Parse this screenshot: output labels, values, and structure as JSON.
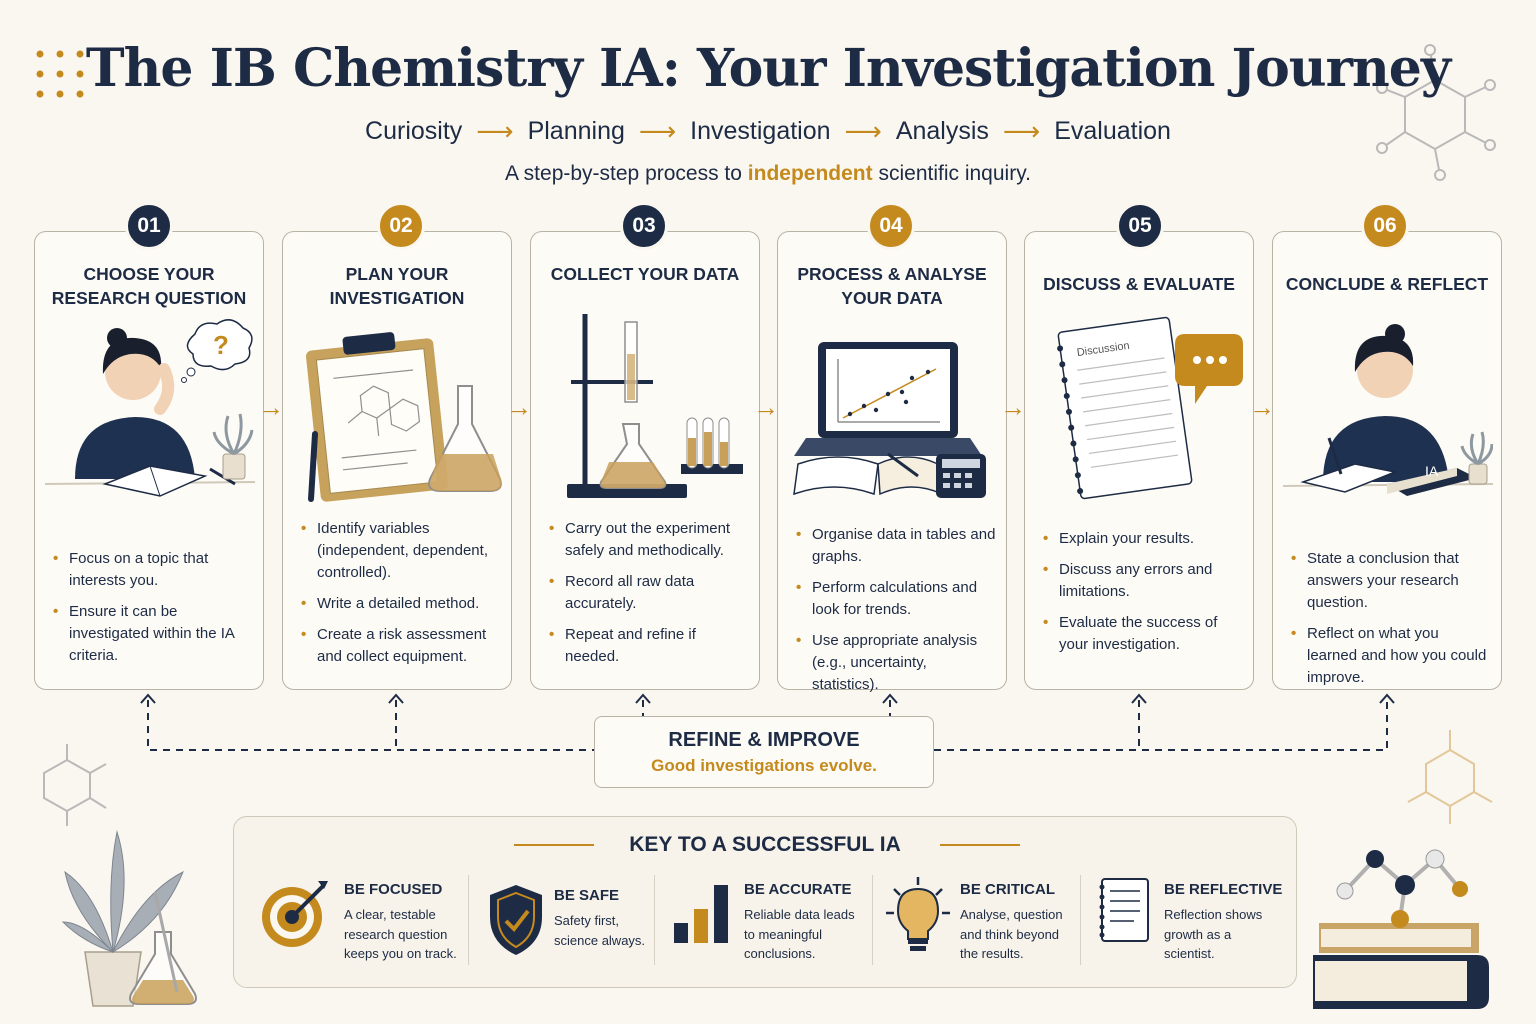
{
  "header": {
    "title": "The IB Chemistry IA: Your Investigation Journey",
    "flow": [
      "Curiosity",
      "Planning",
      "Investigation",
      "Analysis",
      "Evaluation"
    ],
    "flow_arrow": "⟶",
    "subtitle_before": "A step-by-step process to ",
    "subtitle_highlight": "independent",
    "subtitle_after": " scientific inquiry."
  },
  "steps": [
    {
      "number": "01",
      "title": "CHOOSE YOUR RESEARCH QUESTION",
      "bullets": [
        "Focus on a topic that interests you.",
        "Ensure it can be investigated within the IA criteria."
      ]
    },
    {
      "number": "02",
      "title": "PLAN YOUR INVESTIGATION",
      "bullets": [
        "Identify variables (independent, dependent, controlled).",
        "Write a detailed method.",
        "Create a risk assessment and collect equipment."
      ]
    },
    {
      "number": "03",
      "title": "COLLECT YOUR DATA",
      "bullets": [
        "Carry out the experiment safely and methodically.",
        "Record all raw data accurately.",
        "Repeat and refine if needed."
      ]
    },
    {
      "number": "04",
      "title": "PROCESS & ANALYSE YOUR DATA",
      "bullets": [
        "Organise data in tables and graphs.",
        "Perform calculations and look for trends.",
        "Use appropriate analysis (e.g., uncertainty, statistics)."
      ]
    },
    {
      "number": "05",
      "title": "DISCUSS & EVALUATE",
      "notebook_label": "Discussion",
      "bullets": [
        "Explain your results.",
        "Discuss any errors and limitations.",
        "Evaluate the success of your investigation."
      ]
    },
    {
      "number": "06",
      "title": "CONCLUDE & REFLECT",
      "book_label": "IA",
      "bullets": [
        "State a conclusion that answers your research question.",
        "Reflect on what you learned and how you could improve."
      ]
    }
  ],
  "step_arrow": "→",
  "refine": {
    "title": "REFINE & IMPROVE",
    "subtitle": "Good investigations evolve."
  },
  "key": {
    "title": "KEY TO A SUCCESSFUL IA",
    "items": [
      {
        "name": "BE FOCUSED",
        "desc": "A clear, testable research question keeps you on track.",
        "icon": "target-icon"
      },
      {
        "name": "BE SAFE",
        "desc": "Safety first, science always.",
        "icon": "shield-check-icon"
      },
      {
        "name": "BE ACCURATE",
        "desc": "Reliable data leads to meaningful conclusions.",
        "icon": "bar-chart-icon"
      },
      {
        "name": "BE CRITICAL",
        "desc": "Analyse, question and think beyond the results.",
        "icon": "lightbulb-icon"
      },
      {
        "name": "BE REFLECTIVE",
        "desc": "Reflection shows growth as a scientist.",
        "icon": "notebook-icon"
      }
    ]
  },
  "colors": {
    "navy": "#1d2b45",
    "gold": "#c48a1e",
    "background": "#faf7f0",
    "card_border": "#b9b3a6"
  }
}
